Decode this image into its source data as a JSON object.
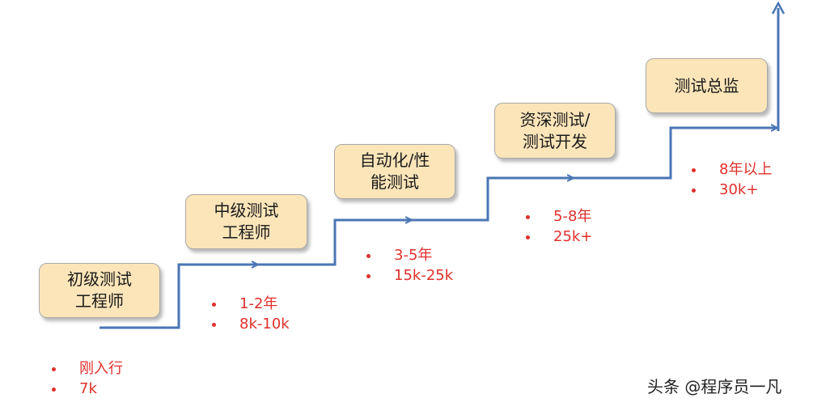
{
  "levels": [
    {
      "title": "初级测试\n工程师",
      "years": "刚入行",
      "salary": "7k"
    },
    {
      "title": "中级测试\n工程师",
      "years": "1-2年",
      "salary": "8k-10k"
    },
    {
      "title": "自动化/性\n能测试",
      "years": "3-5年",
      "salary": "15k-25k"
    },
    {
      "title": "资深测试/\n测试开发",
      "years": "5-8年",
      "salary": "25k+"
    },
    {
      "title": "测试总监",
      "years": "8年以上",
      "salary": "30k+"
    }
  ],
  "watermark": "头条 @程序员一凡",
  "colors": {
    "box_fill": "#fbe5b9",
    "line": "#4a76b4",
    "note_text": "#e0302b"
  }
}
